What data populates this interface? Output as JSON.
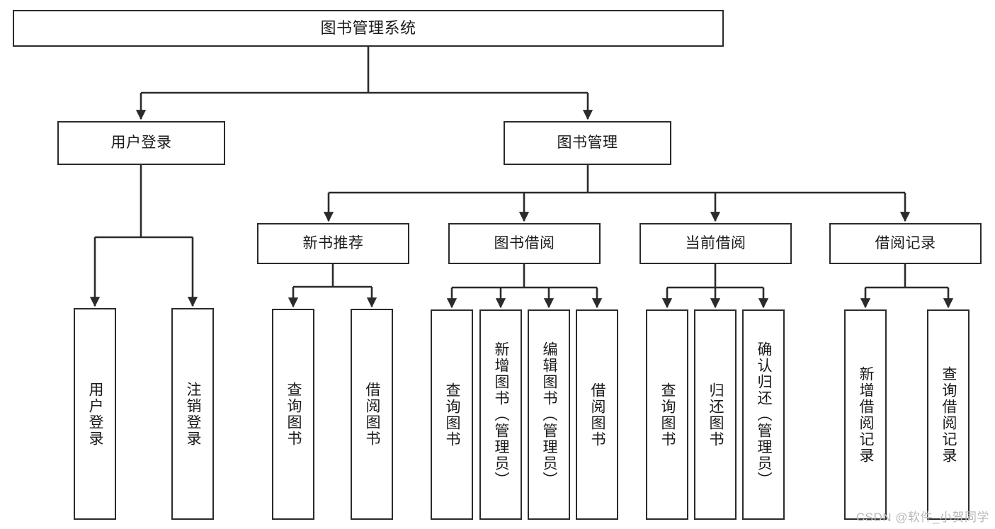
{
  "diagram": {
    "title": "图书管理系统",
    "watermark": "CSDN @软件_小贺同学",
    "colors": {
      "stroke": "#2b2b2b",
      "fill": "#ffffff",
      "text": "#1a1a1a",
      "watermark": "#b9b9b9"
    },
    "nodes": {
      "root": {
        "label": "图书管理系统"
      },
      "level1": [
        {
          "id": "user-login",
          "label": "用户登录"
        },
        {
          "id": "book-management",
          "label": "图书管理"
        }
      ],
      "level2": [
        {
          "id": "new-book-recommend",
          "label": "新书推荐"
        },
        {
          "id": "book-borrow",
          "label": "图书借阅"
        },
        {
          "id": "current-borrow",
          "label": "当前借阅"
        },
        {
          "id": "borrow-record",
          "label": "借阅记录"
        }
      ],
      "leaves": {
        "user-login": [
          {
            "id": "leaf-user-login",
            "label": "用户登录"
          },
          {
            "id": "leaf-logout-login",
            "label": "注销登录"
          }
        ],
        "new-book-recommend": [
          {
            "id": "leaf-query-book-1",
            "label": "查询图书"
          },
          {
            "id": "leaf-borrow-book-1",
            "label": "借阅图书"
          }
        ],
        "book-borrow": [
          {
            "id": "leaf-query-book-2",
            "label": "查询图书"
          },
          {
            "id": "leaf-add-book",
            "label": "新增图书（管理员）"
          },
          {
            "id": "leaf-edit-book",
            "label": "编辑图书（管理员）"
          },
          {
            "id": "leaf-borrow-book-2",
            "label": "借阅图书"
          }
        ],
        "current-borrow": [
          {
            "id": "leaf-query-book-3",
            "label": "查询图书"
          },
          {
            "id": "leaf-return-book",
            "label": "归还图书"
          },
          {
            "id": "leaf-confirm-return",
            "label": "确认归还（管理员）"
          }
        ],
        "borrow-record": [
          {
            "id": "leaf-add-record",
            "label": "新增借阅记录"
          },
          {
            "id": "leaf-query-record",
            "label": "查询借阅记录"
          }
        ]
      }
    }
  }
}
